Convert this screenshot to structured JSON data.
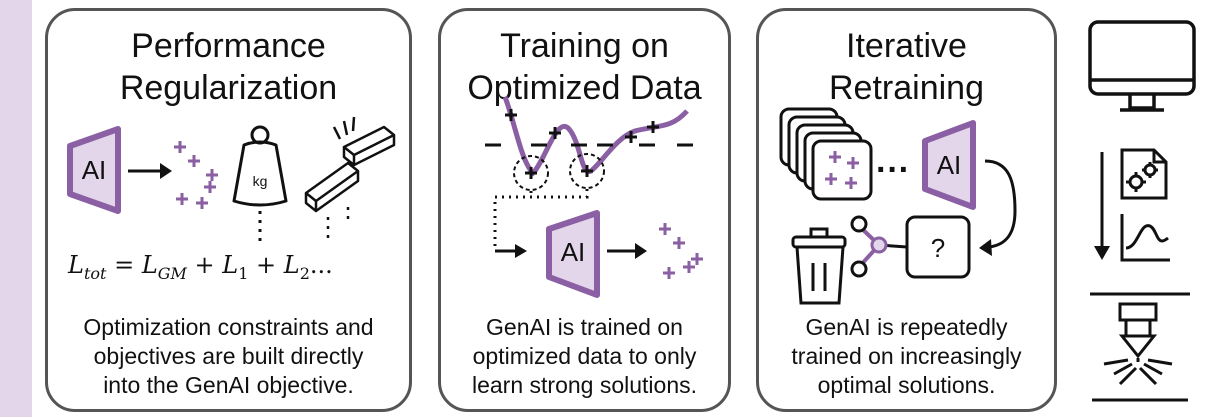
{
  "colors": {
    "accent": "#8a5fa3",
    "accent_light": "#e3d6ea",
    "stroke": "#111111",
    "border": "#555555"
  },
  "panels": [
    {
      "title": [
        "Performance",
        "Regularization"
      ],
      "ai_label": "AI",
      "weight_label": "kg",
      "formula": {
        "lhs": "L",
        "lhs_sub": "tot",
        "term1": "L",
        "term1_sub": "GM",
        "term2": "L",
        "term2_sub": "1",
        "term3": "L",
        "term3_sub": "2",
        "tail": "..."
      },
      "description": [
        "Optimization constraints and",
        "objectives are built directly",
        "into the GenAI objective."
      ]
    },
    {
      "title": [
        "Training on",
        "Optimized Data"
      ],
      "ai_label": "AI",
      "description": [
        "GenAI is trained on",
        "optimized data to only",
        "learn strong solutions."
      ]
    },
    {
      "title": [
        "Iterative",
        "Retraining"
      ],
      "ai_label": "AI",
      "dots": "···",
      "question": "?",
      "description": [
        "GenAI is repeatedly",
        "trained on increasingly",
        "optimal solutions."
      ]
    }
  ],
  "icons": [
    "monitor-icon",
    "gear-document-icon",
    "graph-icon",
    "additive-manufacturing-icon",
    "trash-icon",
    "weight-icon",
    "steel-beam-icon"
  ]
}
